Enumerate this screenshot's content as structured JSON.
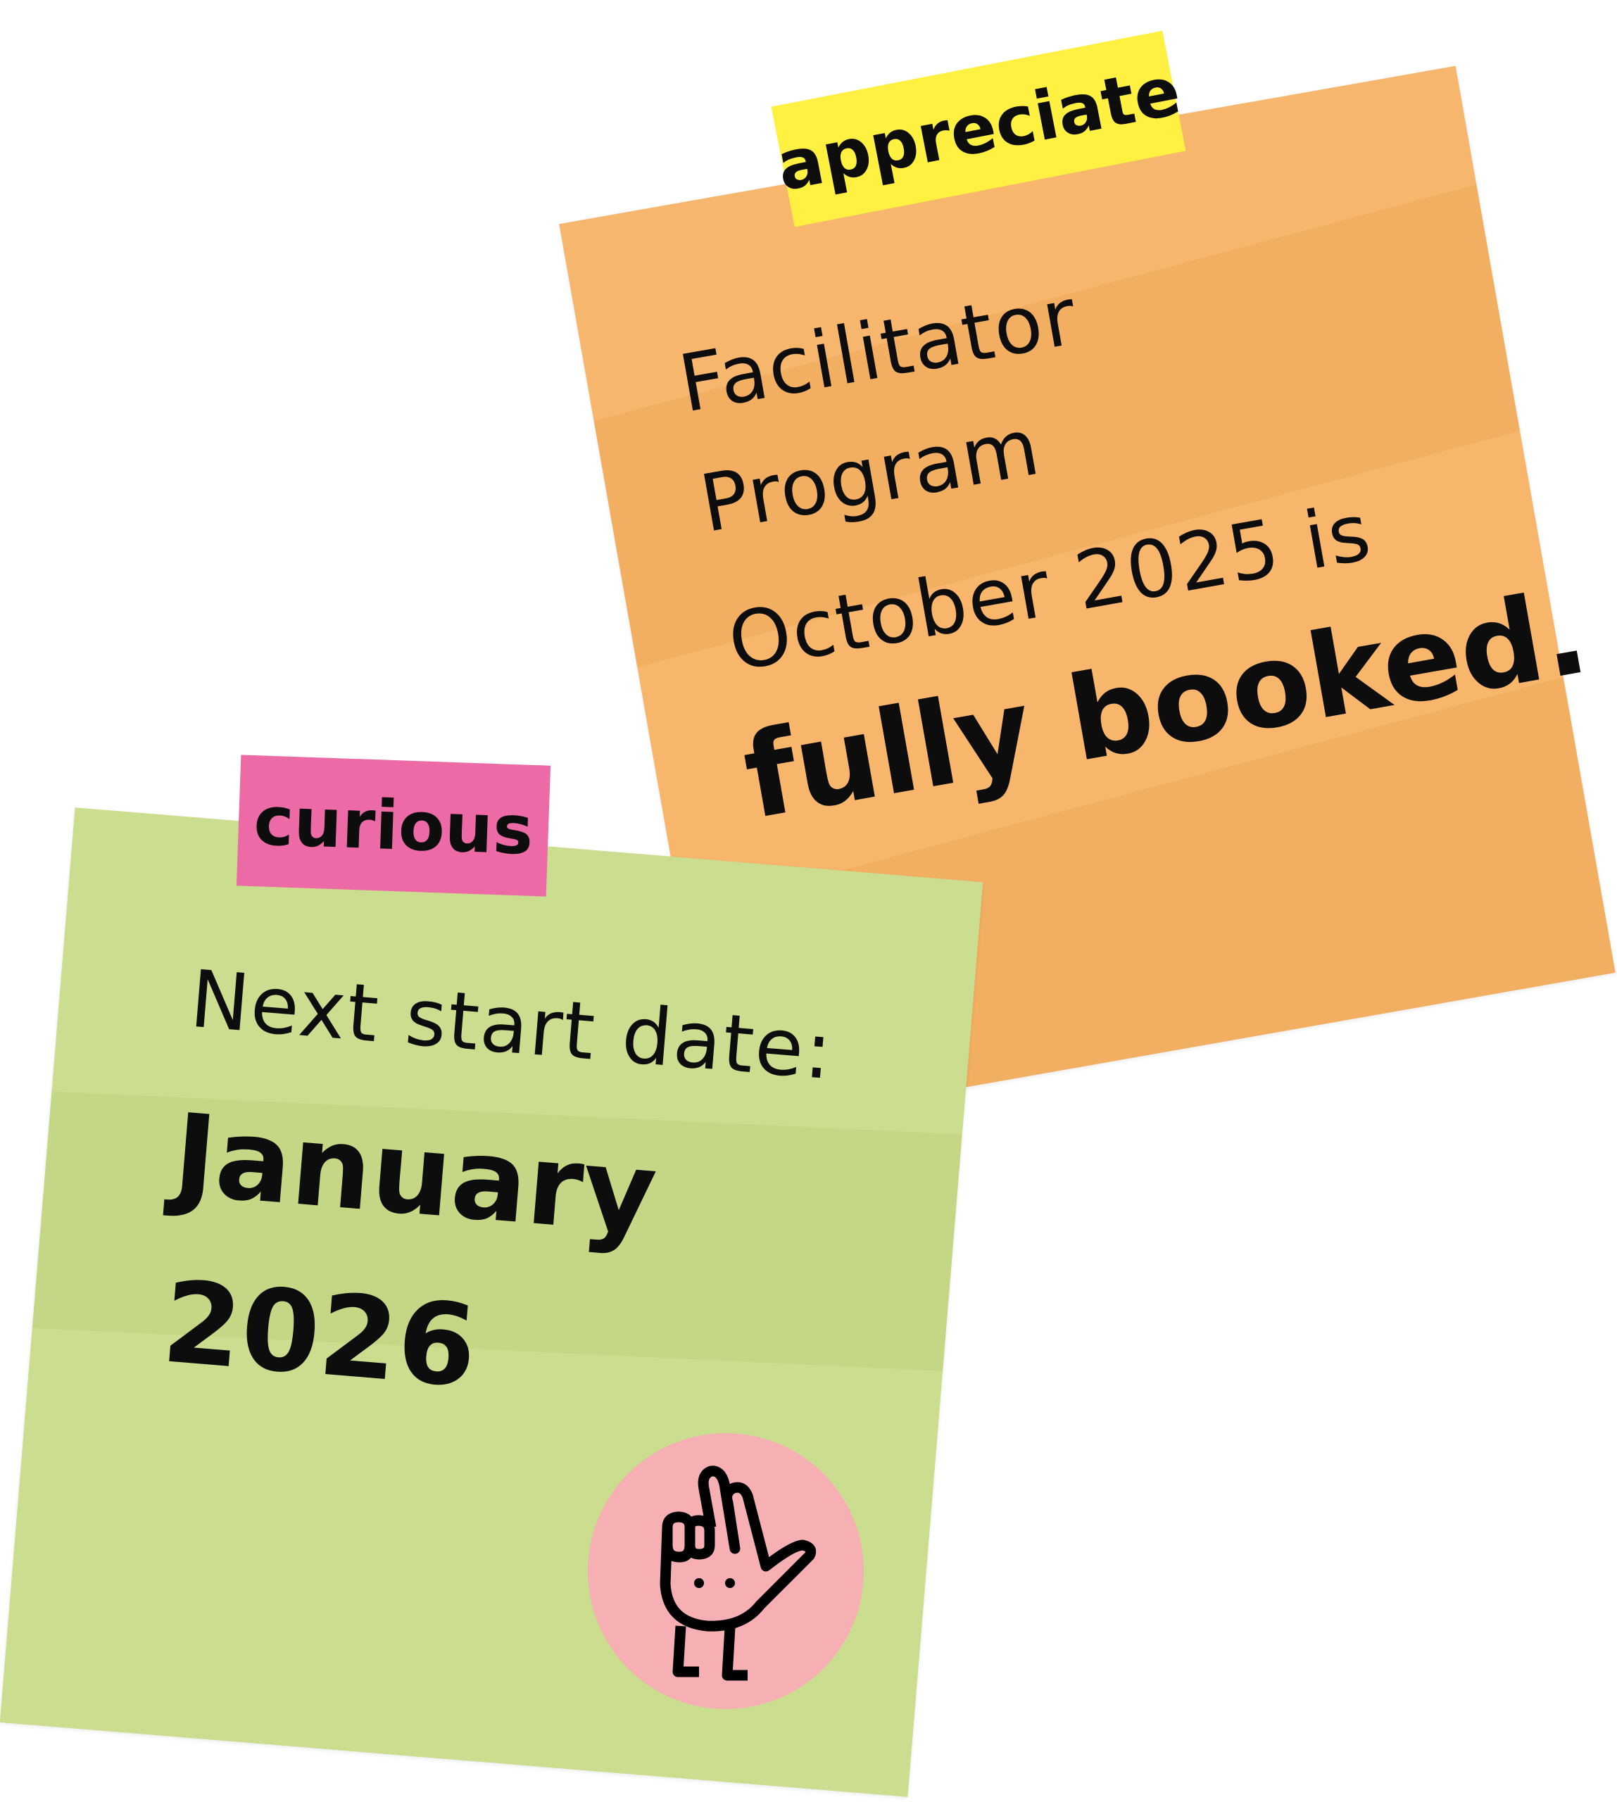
{
  "orange_note": {
    "tag": "appreciate",
    "lines": [
      "Facilitator",
      "Program",
      "October 2025 is"
    ],
    "highlight": "fully booked."
  },
  "green_note": {
    "tag": "curious",
    "label": "Next start date:",
    "date_line1": "January",
    "date_line2": "2026",
    "sticker_icon": "crossed-fingers-hand-icon"
  },
  "colors": {
    "orange": "#F7B264",
    "yellow": "#FFF042",
    "green": "#C8DB88",
    "pink": "#EC6BA6",
    "sticker": "#F6B0B4"
  }
}
